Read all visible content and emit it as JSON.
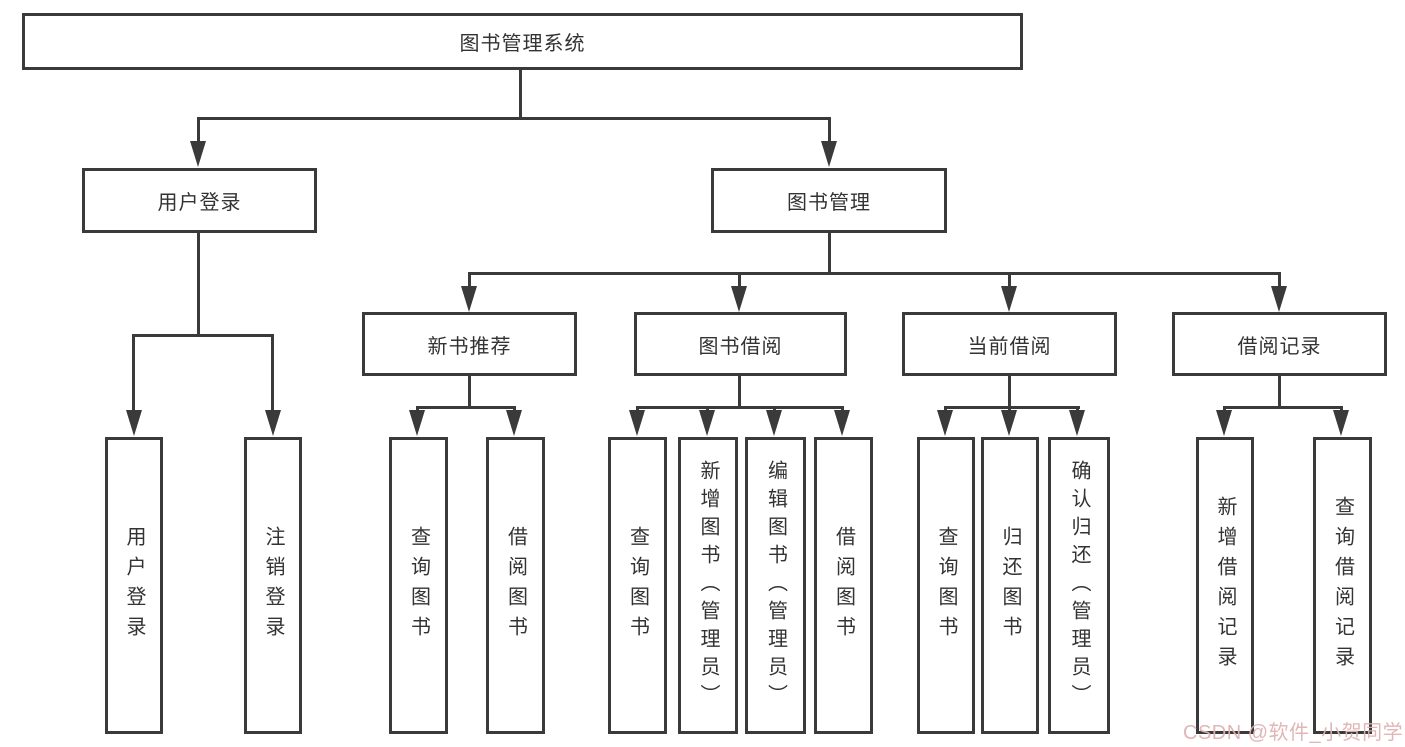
{
  "diagram_title": "图书管理系统",
  "colors": {
    "line": "#3a3a3a",
    "text": "#333333",
    "background": "#ffffff",
    "watermark": "#deb2b2"
  },
  "tree": {
    "label": "图书管理系统",
    "children": [
      {
        "label": "用户登录",
        "children": [
          {
            "label": "用户登录"
          },
          {
            "label": "注销登录"
          }
        ]
      },
      {
        "label": "图书管理",
        "children": [
          {
            "label": "新书推荐",
            "children": [
              {
                "label": "查询图书"
              },
              {
                "label": "借阅图书"
              }
            ]
          },
          {
            "label": "图书借阅",
            "children": [
              {
                "label": "查询图书"
              },
              {
                "label": "新增图书（管理员）"
              },
              {
                "label": "编辑图书（管理员）"
              },
              {
                "label": "借阅图书"
              }
            ]
          },
          {
            "label": "当前借阅",
            "children": [
              {
                "label": "查询图书"
              },
              {
                "label": "归还图书"
              },
              {
                "label": "确认归还（管理员）"
              }
            ]
          },
          {
            "label": "借阅记录",
            "children": [
              {
                "label": "新增借阅记录"
              },
              {
                "label": "查询借阅记录"
              }
            ]
          }
        ]
      }
    ]
  },
  "watermark": {
    "text": "CSDN @软件_小贺同学"
  }
}
